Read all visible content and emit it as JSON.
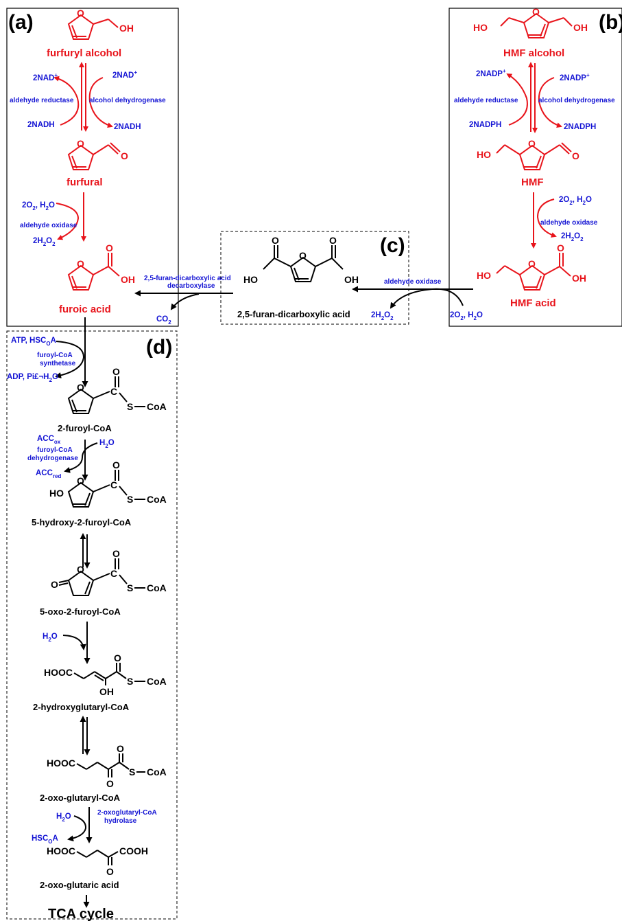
{
  "panels": {
    "a": "(a)",
    "b": "(b)",
    "c": "(c)",
    "d": "(d)"
  },
  "compounds": {
    "furfuryl_alcohol": "furfuryl alcohol",
    "furfural": "furfural",
    "furoic_acid": "furoic acid",
    "hmf_alcohol": "HMF  alcohol",
    "hmf": "HMF",
    "hmf_acid": "HMF acid",
    "fdca": "2,5-furan-dicarboxylic acid",
    "furoyl_coa": "2-furoyl-CoA",
    "hydroxy_furoyl_coa": "5-hydroxy-2-furoyl-CoA",
    "oxo_furoyl_coa": "5-oxo-2-furoyl-CoA",
    "hydroxyglutaryl_coa": "2-hydroxyglutaryl-CoA",
    "oxoglutaryl_coa": "2-oxo-glutaryl-CoA",
    "oxoglutaric_acid": "2-oxo-glutaric acid",
    "tca": "TCA cycle"
  },
  "atoms": {
    "O": "O",
    "OH": "OH",
    "HO": "HO",
    "S_CoA": "S",
    "CoA": "CoA",
    "C": "C",
    "HOOC": "HOOC",
    "COOH": "COOH"
  },
  "enzymes": {
    "aldehyde_reductase": "aldehyde reductase",
    "alcohol_dehydrogenase": "alcohol dehydrogenase",
    "aldehyde_oxidase": "aldehyde oxidase",
    "fdca_decarboxylase_1": "2,5-furan-dicarboxylic acid",
    "fdca_decarboxylase_2": "decarboxylase",
    "furoyl_coa_synthetase_1": "furoyl-CoA",
    "furoyl_coa_synthetase_2": "synthetase",
    "furoyl_coa_dh_1": "furoyl-CoA",
    "furoyl_coa_dh_2": "dehydrogenase",
    "oxoglutaryl_hydrolase_1": "2-oxoglutaryl-CoA",
    "oxoglutaryl_hydrolase_2": "hydrolase"
  },
  "cofactors": {
    "two_nad": "2NAD",
    "two_nadh": "2NADH",
    "two_nadp": "2NADP",
    "two_nadph": "2NADPH",
    "plus": "+",
    "two_o2_h2o_a": "2O",
    "two_o2_h2o_b": ", H",
    "sub2": "2",
    "o_letter": "O",
    "two_h2o2_a": "2H",
    "co2": "CO",
    "atp_hsc": "ATP, HSC",
    "sub_o": "O",
    "a_letter": "A",
    "adp_pi": "ADP, Pi£¬H",
    "h2o_a": "H",
    "acc": "ACC",
    "sub_ox": "ox",
    "sub_red": "red",
    "hsc": "HSC"
  },
  "colors": {
    "red": "#e8141b",
    "blue": "#1414d4",
    "black": "#000000"
  }
}
